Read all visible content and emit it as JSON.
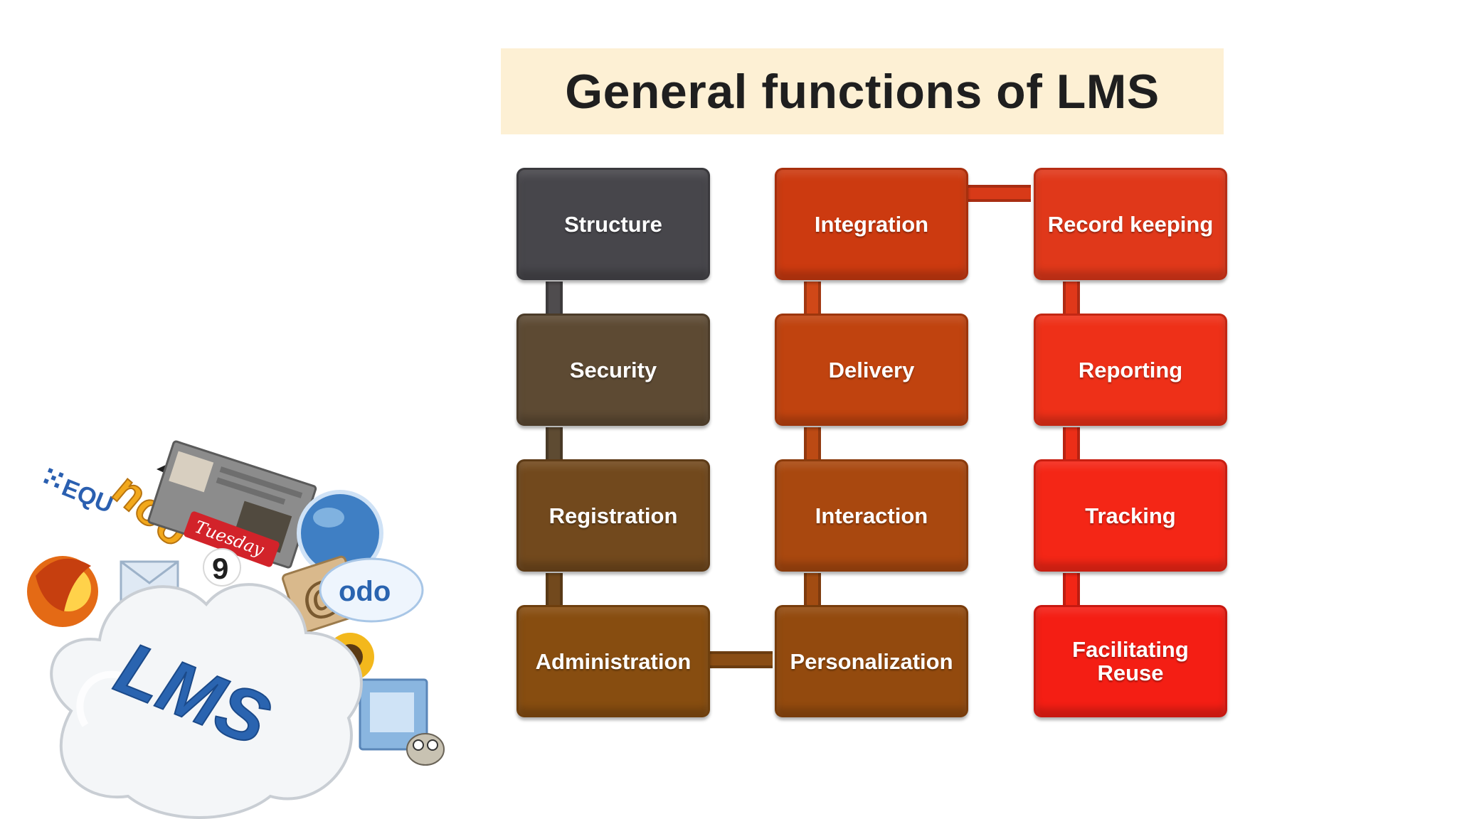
{
  "title": "General functions of LMS",
  "nodes": {
    "structure": {
      "label": "Structure",
      "color": "#47464b"
    },
    "security": {
      "label": "Security",
      "color": "#5d4a33"
    },
    "registration": {
      "label": "Registration",
      "color": "#72491d"
    },
    "administration": {
      "label": "Administration",
      "color": "#874d10"
    },
    "integration": {
      "label": "Integration",
      "color": "#cc3a10"
    },
    "delivery": {
      "label": "Delivery",
      "color": "#c0430f"
    },
    "interaction": {
      "label": "Interaction",
      "color": "#a9480f"
    },
    "personalization": {
      "label": "Personalization",
      "color": "#934a0e"
    },
    "record_keeping": {
      "label": "Record keeping",
      "color": "#e0381a"
    },
    "reporting": {
      "label": "Reporting",
      "color": "#ee3018"
    },
    "tracking": {
      "label": "Tracking",
      "color": "#f42616"
    },
    "facilitating_reuse": {
      "label": "Facilitating\nReuse",
      "color": "#f41e14"
    }
  },
  "logo": {
    "text": "LMS",
    "sticker_words": [
      "Tuesday",
      "EQU",
      "odo",
      "noo"
    ]
  },
  "colors": {
    "title_background": "#fdf0d4",
    "title_text": "#1f1f1f",
    "logo_text": "#2a64b0"
  }
}
